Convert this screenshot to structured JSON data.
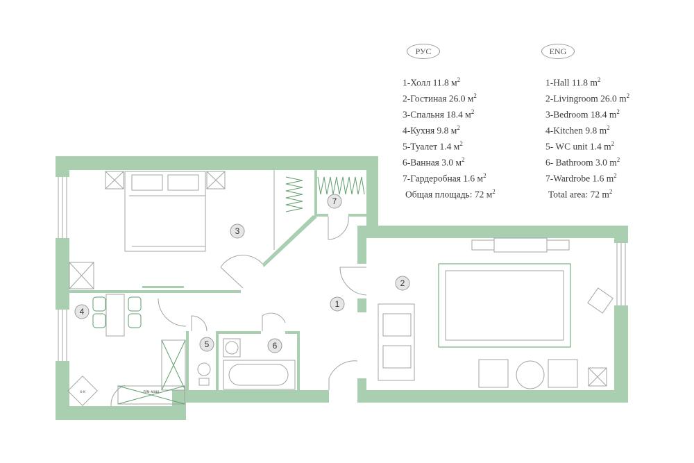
{
  "legend": {
    "rus": {
      "header": "РУС",
      "items": [
        "1-Холл  11.8 м",
        "2-Гостиная  26.0 м",
        "3-Спальня  18.4 м",
        "4-Кухня 9.8 м",
        "5-Туалет  1.4 м",
        "6-Ванная  3.0 м",
        "7-Гардеробная   1.6 м"
      ],
      "total": "Общая площадь:  72 м"
    },
    "eng": {
      "header": "ENG",
      "items": [
        "1-Hall  11.8 m",
        "2-Livingroom  26.0 m",
        "3-Bedroom  18.4 m",
        "4-Kitchen  9.8 m",
        "5- WC unit  1.4 m",
        "6- Bathroom  3.0 m",
        "7-Wardrobe  1.6 m"
      ],
      "total": "Total area: 72 m"
    },
    "superscript": "2"
  },
  "plan": {
    "room_numbers": [
      "1",
      "2",
      "3",
      "4",
      "5",
      "6",
      "7"
    ],
    "fridge_label": "х-к",
    "dishwasher_label": "п/м маш",
    "colors": {
      "wall": "#a9cfb0",
      "furniture": "#5e9e6a",
      "line": "#9fa6a0"
    }
  }
}
